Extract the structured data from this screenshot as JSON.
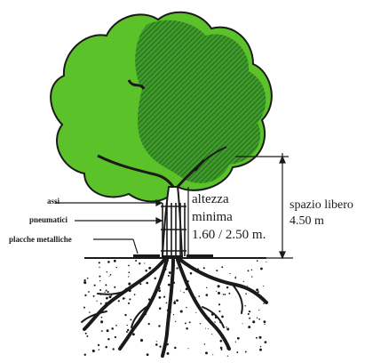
{
  "labels": {
    "left": [
      "assi",
      "pneumatici",
      "placche metalliche"
    ],
    "height_title_line1": "altezza",
    "height_title_line2": "minima",
    "height_value": "1.60 / 2.50 m.",
    "clearance_title": "spazio libero",
    "clearance_value": "4.50 m"
  },
  "colors": {
    "foliage_light": "#5cc229",
    "foliage_dark": "#2f8a25",
    "ink": "#1a1a1a"
  }
}
